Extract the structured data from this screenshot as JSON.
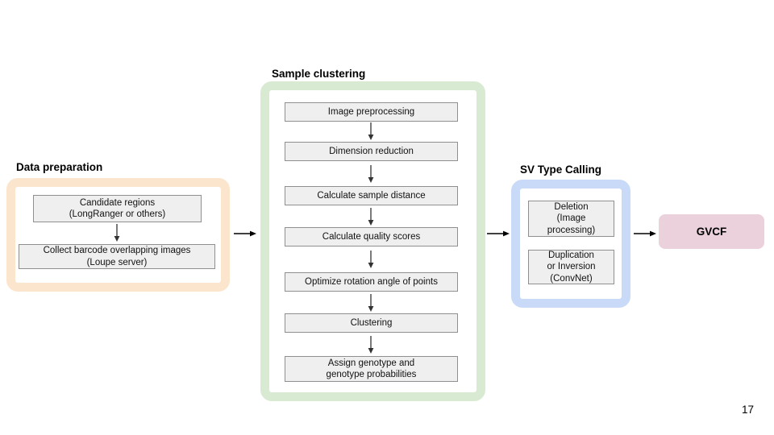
{
  "slide": {
    "page_number": "17"
  },
  "colors": {
    "data_preparation_frame": "#fce5cd",
    "sample_clustering_frame": "#d9ead3",
    "sv_type_calling_frame": "#c9daf8",
    "output_fill": "#ead1dc",
    "step_fill": "#efefef",
    "step_border": "#8f8f8f",
    "arrow": "#333333"
  },
  "sections": {
    "data_preparation": {
      "title": "Data preparation",
      "steps": [
        {
          "label": "Candidate regions\n(LongRanger or others)"
        },
        {
          "label": "Collect barcode overlapping images\n(Loupe server)"
        }
      ]
    },
    "sample_clustering": {
      "title": "Sample clustering",
      "steps": [
        {
          "label": "Image preprocessing"
        },
        {
          "label": "Dimension reduction"
        },
        {
          "label": "Calculate sample distance"
        },
        {
          "label": "Calculate quality scores"
        },
        {
          "label": "Optimize rotation angle of points"
        },
        {
          "label": "Clustering"
        },
        {
          "label": "Assign genotype and\ngenotype probabilities"
        }
      ]
    },
    "sv_type_calling": {
      "title": "SV Type Calling",
      "steps": [
        {
          "label": "Deletion\n(Image\nprocessing)"
        },
        {
          "label": "Duplication\nor Inversion\n(ConvNet)"
        }
      ]
    },
    "output": {
      "label": "GVCF"
    }
  }
}
